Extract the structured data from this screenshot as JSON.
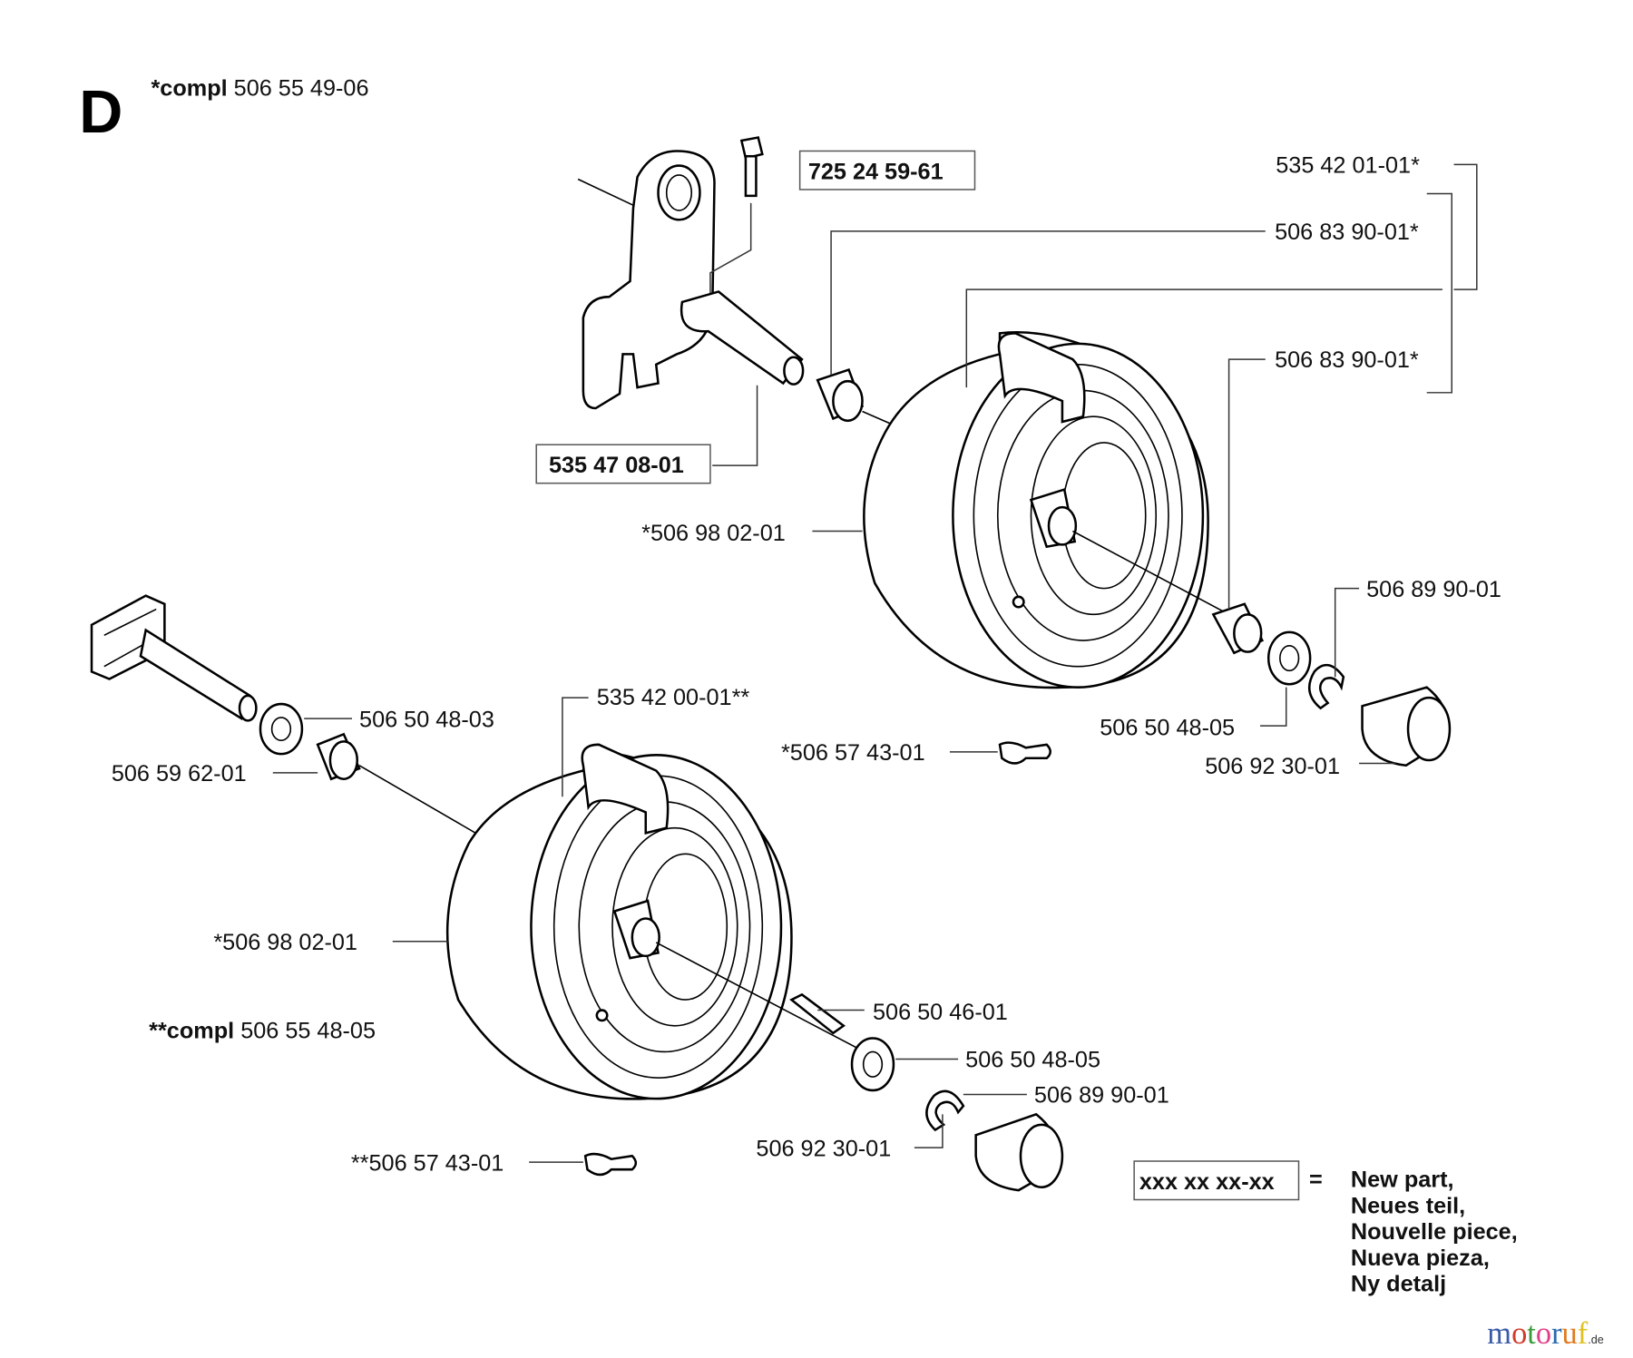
{
  "section_letter": "D",
  "assembly_top": {
    "prefix": "*compl",
    "number": "506 55 49-06"
  },
  "assembly_bottom": {
    "prefix": "**compl",
    "number": "506 55 48-05"
  },
  "labels": {
    "bolt": "725 24 59-61",
    "wheel_top_kit": "535 42 01-01*",
    "bearing_top_inner": "506 83 90-01*",
    "bearing_top_outer": "506 83 90-01*",
    "axle": "535 47 08-01",
    "tire_top": "*506 98 02-01",
    "clip_top": "506 89 90-01",
    "wheel_bottom_kit": "535 42 00-01**",
    "washer_bottom_inner": "506 50 48-03",
    "bushing_bottom": "506 59 62-01",
    "valve_top": "*506 57 43-01",
    "washer_top": "506 50 48-05",
    "cap_top": "506 92 30-01",
    "tire_bottom": "*506 98 02-01",
    "key": "506 50 46-01",
    "washer_bottom": "506 50 48-05",
    "clip_bottom": "506 89 90-01",
    "cap_bottom": "506 92 30-01",
    "valve_bottom": "**506 57 43-01"
  },
  "legend": {
    "sample": "xxx xx xx-xx",
    "equals": "=",
    "lines": [
      "New part,",
      "Neues teil,",
      "Nouvelle piece,",
      "Nueva pieza,",
      "Ny detalj"
    ]
  },
  "watermark": {
    "text": "motoruf",
    "suffix": ".de",
    "colors": [
      "#3b5ba9",
      "#d23a2a",
      "#3a9a3a",
      "#e0408a",
      "#2a6ab0",
      "#e07a20",
      "#e0c020"
    ]
  }
}
